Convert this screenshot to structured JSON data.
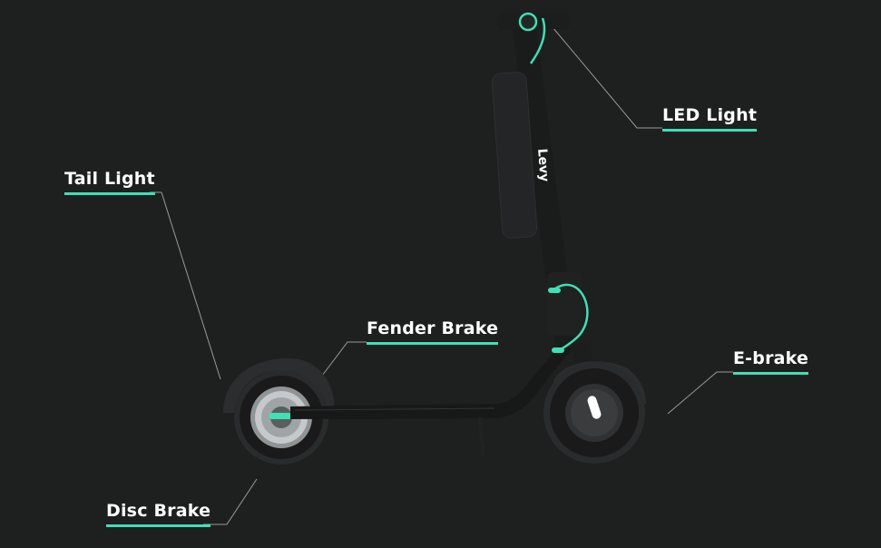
{
  "brand_logo": "Levy",
  "colors": {
    "background": "#1e1f1f",
    "accent": "#3ee0b4",
    "label_text": "#ffffff",
    "leader_line": "#9a9a9a"
  },
  "labels": {
    "led_light": "LED Light",
    "tail_light": "Tail Light",
    "fender_brake": "Fender Brake",
    "e_brake": "E-brake",
    "disc_brake": "Disc Brake"
  }
}
